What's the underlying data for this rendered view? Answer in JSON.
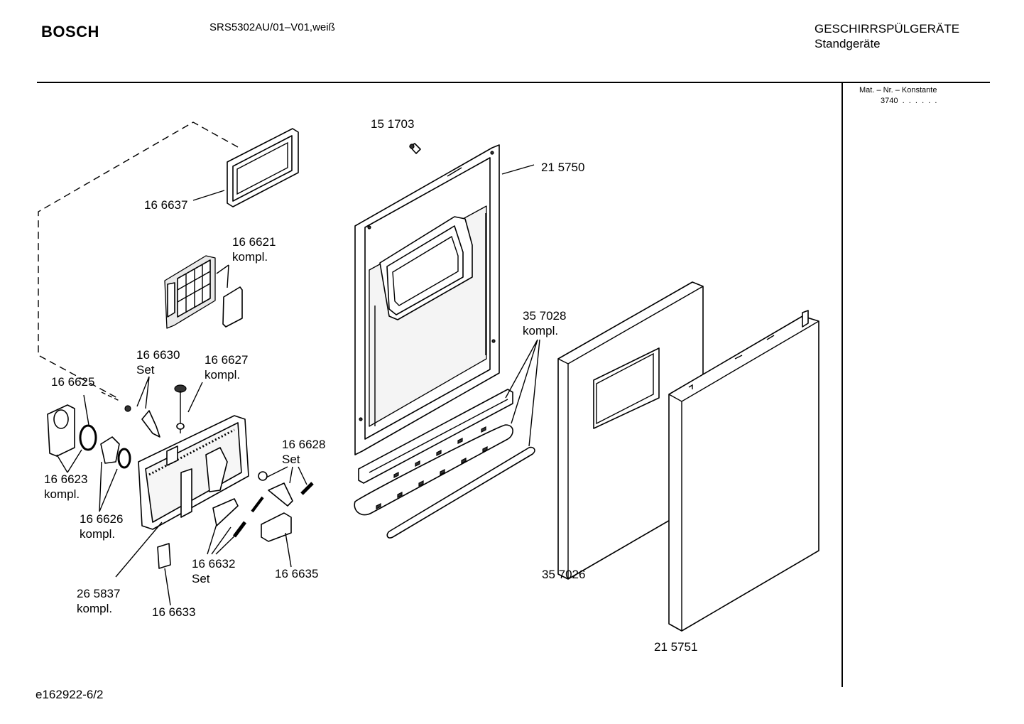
{
  "header": {
    "brand": "BOSCH",
    "model": "SRS5302AU/01–V01,weiß",
    "category": "GESCHIRRSPÜLGERÄTE",
    "subcategory": "Standgeräte"
  },
  "side_panel": {
    "mat_label": "Mat. – Nr. – Konstante",
    "mat_value": "3740  .  .  .  .  .  ."
  },
  "footer": {
    "drawing_id": "e162922-6/2"
  },
  "parts": [
    {
      "id": "166637",
      "line1": "16 6637",
      "line2": ""
    },
    {
      "id": "166621",
      "line1": "16 6621",
      "line2": "kompl."
    },
    {
      "id": "166630",
      "line1": "16 6630",
      "line2": "Set"
    },
    {
      "id": "166627",
      "line1": "16 6627",
      "line2": "kompl."
    },
    {
      "id": "166625",
      "line1": "16 6625",
      "line2": ""
    },
    {
      "id": "166623",
      "line1": "16 6623",
      "line2": "kompl."
    },
    {
      "id": "166626",
      "line1": "16 6626",
      "line2": "kompl."
    },
    {
      "id": "166628",
      "line1": "16 6628",
      "line2": "Set"
    },
    {
      "id": "166632",
      "line1": "16 6632",
      "line2": "Set"
    },
    {
      "id": "166635",
      "line1": "16 6635",
      "line2": ""
    },
    {
      "id": "265837",
      "line1": "26 5837",
      "line2": "kompl."
    },
    {
      "id": "166633",
      "line1": "16 6633",
      "line2": ""
    },
    {
      "id": "151703",
      "line1": "15 1703",
      "line2": ""
    },
    {
      "id": "215750",
      "line1": "21 5750",
      "line2": ""
    },
    {
      "id": "357028",
      "line1": "35 7028",
      "line2": "kompl."
    },
    {
      "id": "357026",
      "line1": "35 7026",
      "line2": ""
    },
    {
      "id": "215751",
      "line1": "21 5751",
      "line2": ""
    }
  ]
}
